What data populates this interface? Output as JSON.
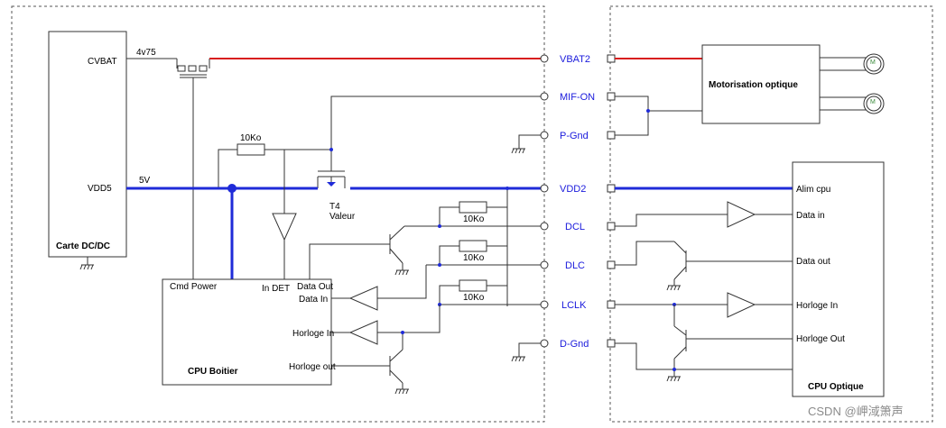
{
  "boards": {
    "dcdc_title": "Carte DC/DC",
    "cpu_boitier_title": "CPU Boitier",
    "cpu_optique_title": "CPU Optique",
    "motorisation_title": "Motorisation optique"
  },
  "dcdc_pins": {
    "cvbat": "CVBAT",
    "vdd5": "VDD5"
  },
  "rails": {
    "r4v75": "4v75",
    "r5v": "5V"
  },
  "connector_nets": [
    "VBAT2",
    "MIF-ON",
    "P-Gnd",
    "VDD2",
    "DCL",
    "DLC",
    "LCLK",
    "D-Gnd"
  ],
  "cpu_boitier_pins": {
    "cmd_power": "Cmd Power",
    "in_det": "In DET",
    "data_out": "Data Out",
    "data_in": "Data In",
    "horloge_in": "Horloge In",
    "horloge_out": "Horloge out"
  },
  "cpu_optique_pins": {
    "alim_cpu": "Alim cpu",
    "data_in": "Data in",
    "data_out": "Data out",
    "horloge_in": "Horloge In",
    "horloge_out": "Horloge Out"
  },
  "resistors": {
    "r_top": "10Ko",
    "r_dcl": "10Ko",
    "r_dlc": "10Ko",
    "r_lclk": "10Ko"
  },
  "transistor": {
    "name": "T4",
    "label": "Valeur"
  },
  "motor_symbol": "M",
  "watermark": "CSDN @岬淢箫声",
  "colors": {
    "power_rail": "#d81e1e",
    "supply_rail": "#1f2bd8",
    "net_label": "#1a1adc"
  }
}
